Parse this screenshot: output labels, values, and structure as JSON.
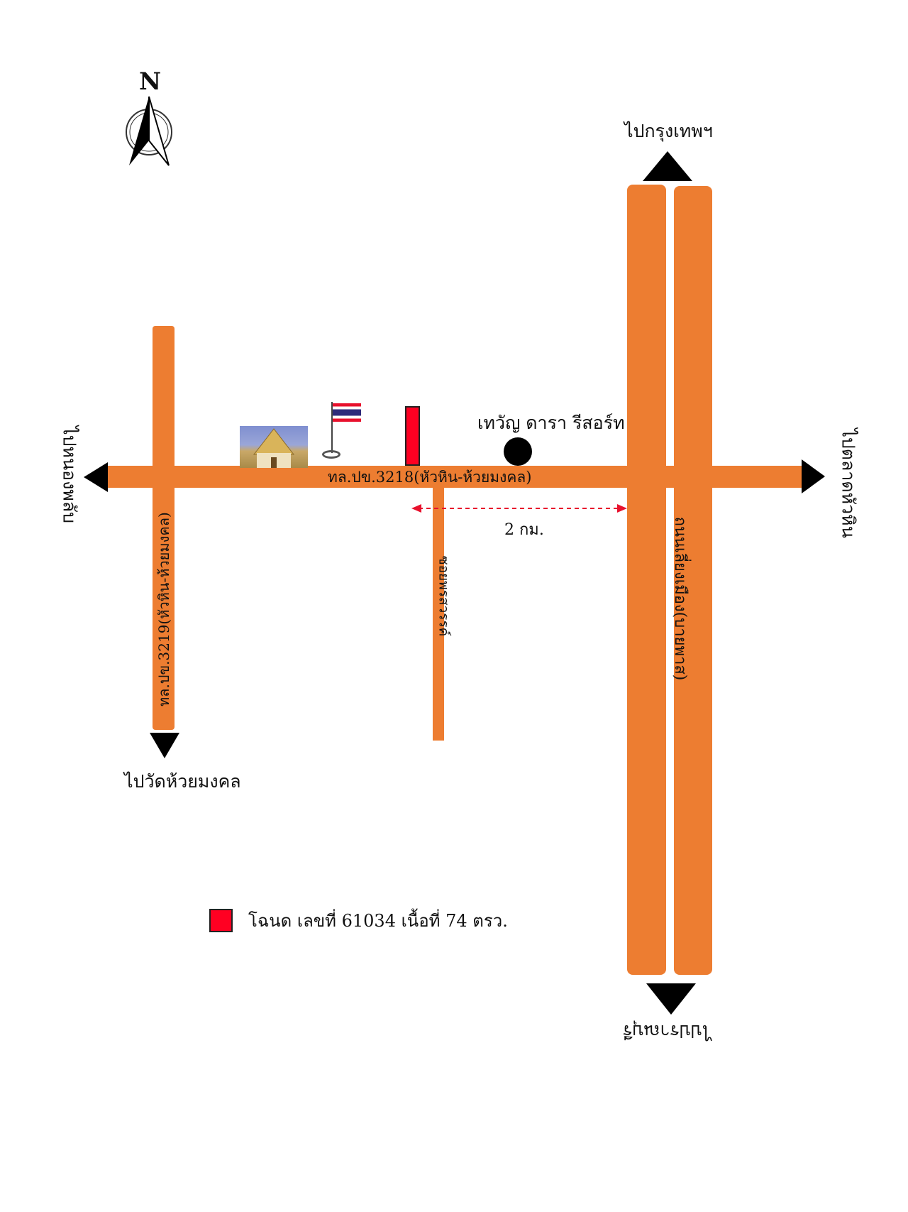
{
  "compass": {
    "label": "N"
  },
  "directions": {
    "north": "ไปกรุงเทพฯ",
    "south": "ไปปราณบุรี",
    "west": "ไปหนองพลับ",
    "east": "ไปตลาดหัวหิน",
    "southwest": "ไปวัดห้วยมงคล"
  },
  "roads": {
    "main_horizontal": "ทล.ปข.3218(หัวหิน-ห้วยมงคล)",
    "left_vertical": "ทล.ปข.3219(หัวหิน-ห้วยมงคล)",
    "soi": "ซอยพรสวรรค์",
    "bypass": "ถนนเลี่ยงเมือง(บายพาส)"
  },
  "landmarks": {
    "resort": "เทวัญ ดารา รีสอร์ท"
  },
  "distance": "2 กม.",
  "legend": {
    "label": "โฉนด เลขที่ 61034 เนื้อที่ 74 ตรว."
  },
  "colors": {
    "road": "#ed7d31",
    "plot": "#ff0022",
    "arrow": "#e8112d"
  }
}
